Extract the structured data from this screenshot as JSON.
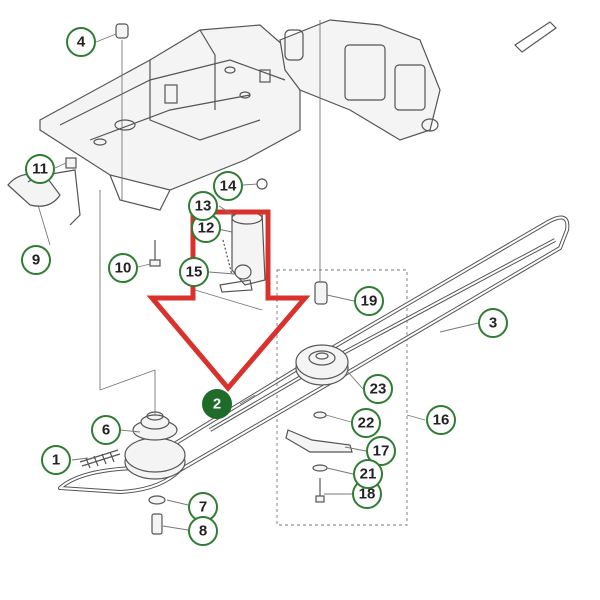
{
  "callouts": [
    {
      "key": "c1",
      "label": "1"
    },
    {
      "key": "c2",
      "label": "2",
      "highlight": true
    },
    {
      "key": "c3",
      "label": "3"
    },
    {
      "key": "c4",
      "label": "4"
    },
    {
      "key": "c6",
      "label": "6"
    },
    {
      "key": "c7",
      "label": "7"
    },
    {
      "key": "c8",
      "label": "8"
    },
    {
      "key": "c9",
      "label": "9"
    },
    {
      "key": "c10",
      "label": "10"
    },
    {
      "key": "c11",
      "label": "11"
    },
    {
      "key": "c12",
      "label": "12"
    },
    {
      "key": "c13",
      "label": "13"
    },
    {
      "key": "c14",
      "label": "14"
    },
    {
      "key": "c15",
      "label": "15"
    },
    {
      "key": "c16",
      "label": "16"
    },
    {
      "key": "c17",
      "label": "17"
    },
    {
      "key": "c18",
      "label": "18"
    },
    {
      "key": "c19",
      "label": "19"
    },
    {
      "key": "c21",
      "label": "21"
    },
    {
      "key": "c22",
      "label": "22"
    },
    {
      "key": "c23",
      "label": "23"
    }
  ],
  "colors": {
    "arrow": "#d9312b",
    "callout_border": "#2e7d32",
    "callout_highlight": "#1e6b2a",
    "line": "#555555"
  }
}
